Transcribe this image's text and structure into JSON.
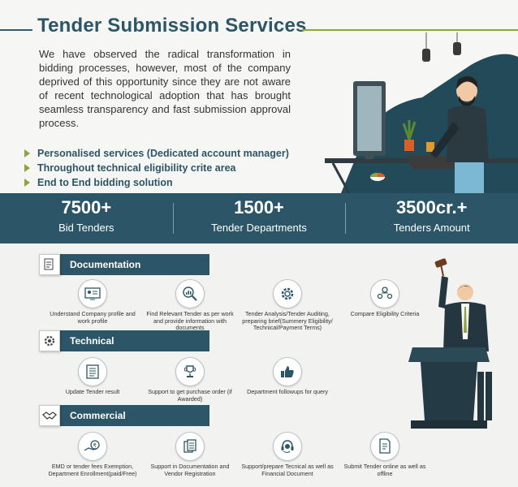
{
  "header": {
    "title": "Tender Submission Services",
    "intro": "We have observed the radical transformation in bidding processes, however, most of the company deprived of this opportunity since they are not aware of recent technological adoption that has brought seamless transparency and fast submission approval process."
  },
  "bullets": [
    "Personalised services (Dedicated account manager)",
    "Throughout technical eligibility crite area",
    "End to End bidding solution"
  ],
  "stats": [
    {
      "value": "7500+",
      "label": "Bid Tenders"
    },
    {
      "value": "1500+",
      "label": "Tender Departments"
    },
    {
      "value": "3500cr.+",
      "label": "Tenders Amount"
    }
  ],
  "sections": {
    "documentation": {
      "title": "Documentation",
      "items": [
        "Understand Company profile and work profile",
        "Find Relevant Tender as per work and provide information with documents",
        "Tender Analysis/Tender Auditing, preparing brief(Summery Eligibility/ Technical/Payment Terms)",
        "Compare Eligibility Criteria"
      ]
    },
    "technical": {
      "title": "Technical",
      "items": [
        "Update Tender result",
        "Support to get purchase order (if Awarded)",
        "Department followups for query"
      ]
    },
    "commercial": {
      "title": "Commercial",
      "items": [
        "EMD or tender fees Exemption, Department Enrollment(paid/Free)",
        "Support in Documentation and Vendor Registration",
        "Support/prepare Tecnical as well as Financial Document",
        "Submit Tender online as well as offline"
      ]
    }
  },
  "icons": {
    "documentation": "document-icon",
    "technical": "gear-icon",
    "commercial": "handshake-icon"
  },
  "colors": {
    "primary": "#2c5667",
    "accent": "#8aa63c"
  }
}
